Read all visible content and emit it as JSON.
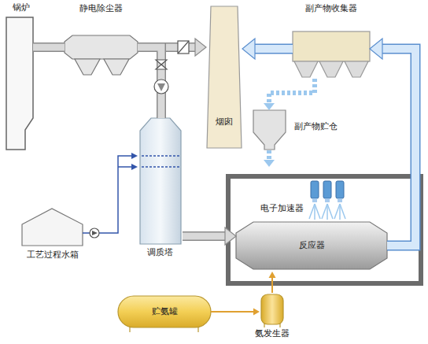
{
  "diagram": {
    "nodes": [
      {
        "text": [
          "锅炉"
        ]
      },
      {
        "text": [
          "静电除尘器"
        ]
      },
      {
        "text": [
          "烟囱"
        ]
      },
      {
        "text": [
          "副产物收集器"
        ]
      },
      {
        "text": [
          "副产物贮仓"
        ]
      },
      {
        "text": [
          "调质塔"
        ]
      },
      {
        "text": [
          "工艺过程水箱"
        ]
      },
      {
        "text": [
          "电子加速器"
        ]
      },
      {
        "text": [
          "反应器"
        ]
      },
      {
        "text": [
          "贮氨罐"
        ]
      },
      {
        "text": [
          "氨发生器"
        ]
      }
    ],
    "edges": [
      {
        "from": 0,
        "to": 1,
        "arrow": "none"
      },
      {
        "from": 1,
        "to": 2,
        "arrow": "to"
      },
      {
        "from": 1,
        "to": 5,
        "arrow": "none"
      },
      {
        "from": 6,
        "to": 5,
        "arrow": "to"
      },
      {
        "from": 5,
        "to": 8,
        "arrow": "to"
      },
      {
        "from": 8,
        "to": 3,
        "arrow": "to"
      },
      {
        "from": 3,
        "to": 2,
        "arrow": "to"
      },
      {
        "from": 3,
        "to": 4,
        "arrow": "to"
      },
      {
        "from": 9,
        "to": 10,
        "arrow": "to"
      },
      {
        "from": 10,
        "to": 8,
        "arrow": "to"
      }
    ]
  }
}
